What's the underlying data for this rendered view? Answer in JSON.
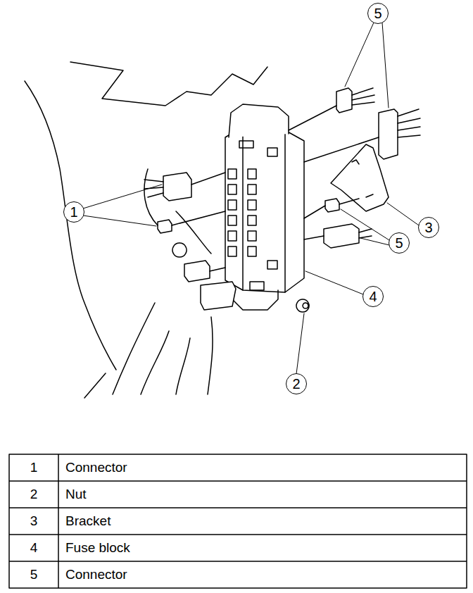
{
  "diagram": {
    "nodes": [
      {
        "text": [
          "5"
        ]
      },
      {
        "text": [
          "1"
        ]
      },
      {
        "text": [
          "3"
        ]
      },
      {
        "text": [
          "5"
        ]
      },
      {
        "text": [
          "4"
        ]
      },
      {
        "text": [
          "2"
        ]
      }
    ],
    "labels": [
      "1",
      "Connector",
      "2",
      "Nut",
      "3",
      "Bracket",
      "4",
      "Fuse block",
      "5",
      "Connector"
    ]
  }
}
